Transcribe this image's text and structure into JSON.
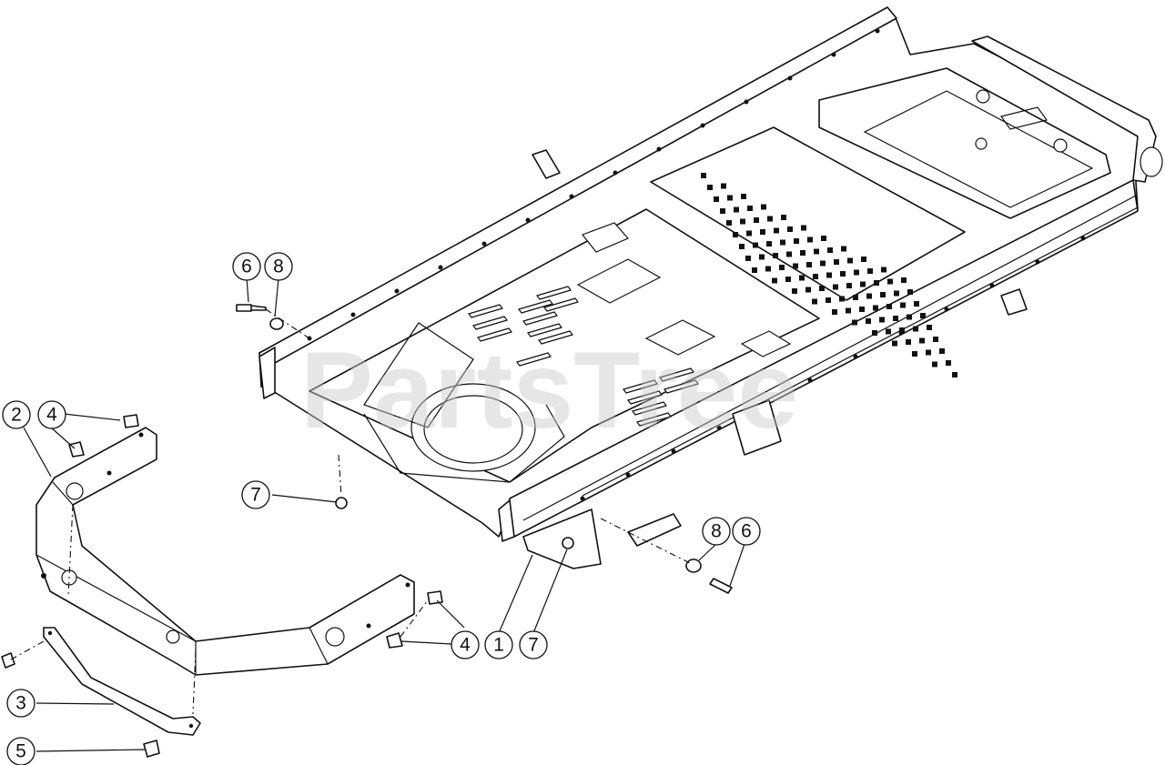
{
  "watermark": "PartsTree",
  "colors": {
    "line": "#111111",
    "watermark": "#c8c8c8",
    "background": "#ffffff"
  },
  "callouts": {
    "c1": "1",
    "c2": "2",
    "c3": "3",
    "c4a": "4",
    "c4b": "4",
    "c5": "5",
    "c6a": "6",
    "c6b": "6",
    "c7a": "7",
    "c7b": "7",
    "c8a": "8",
    "c8b": "8"
  }
}
